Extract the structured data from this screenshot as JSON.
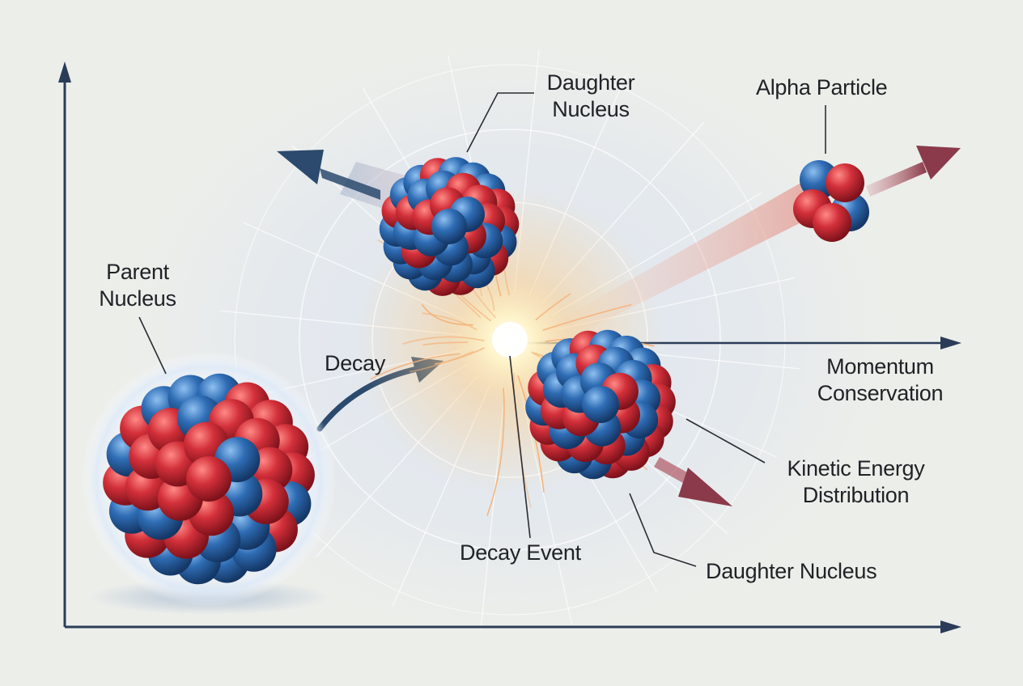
{
  "labels": {
    "parent": [
      "Parent",
      "Nucleus"
    ],
    "daughter_top": [
      "Daughter",
      "Nucleus"
    ],
    "alpha": "Alpha Particle",
    "decay": "Decay",
    "momentum": [
      "Momentum",
      "Conservation"
    ],
    "kinetic": [
      "Kinetic Energy",
      "Distribution"
    ],
    "decay_event": "Decay Event",
    "daughter_bottom": "Daughter Nucleus"
  },
  "colors": {
    "proton": "#c8242e",
    "neutron": "#2c64a8",
    "arrow_blue": "#2b4a6e",
    "arrow_red": "#8a3a4a",
    "axis": "#2a3c58",
    "background": "#eceeea"
  }
}
